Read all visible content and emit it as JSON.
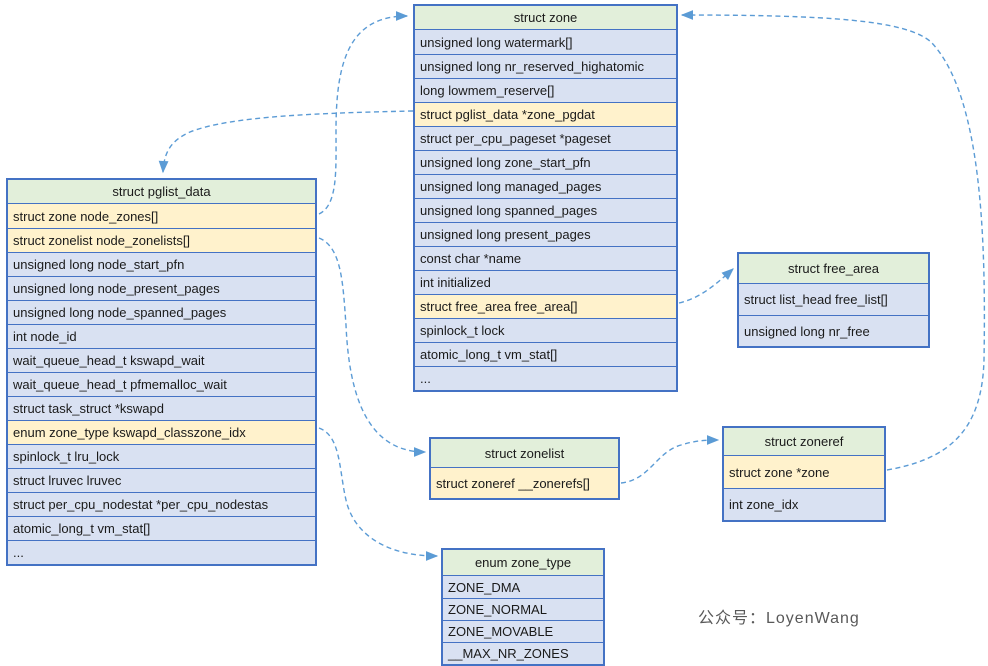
{
  "watermark": "公众号：LoyenWang",
  "colors": {
    "header_green": "#E2EFDA",
    "row_blue": "#D9E1F2",
    "row_yellow": "#FFF2CC",
    "border_blue": "#4472C4",
    "arrow_blue": "#5B9BD5",
    "text": "#1a1a1a",
    "watermark_gray": "#595959"
  },
  "tables": [
    {
      "id": "zone",
      "title": "struct zone",
      "rows": [
        {
          "text": "unsigned long watermark[]",
          "highlight": false
        },
        {
          "text": "unsigned long nr_reserved_highatomic",
          "highlight": false
        },
        {
          "text": "long lowmem_reserve[]",
          "highlight": false
        },
        {
          "text": "struct pglist_data *zone_pgdat",
          "highlight": true
        },
        {
          "text": "struct per_cpu_pageset *pageset",
          "highlight": false
        },
        {
          "text": "unsigned long zone_start_pfn",
          "highlight": false
        },
        {
          "text": "unsigned long managed_pages",
          "highlight": false
        },
        {
          "text": "unsigned long spanned_pages",
          "highlight": false
        },
        {
          "text": "unsigned long present_pages",
          "highlight": false
        },
        {
          "text": "const char *name",
          "highlight": false
        },
        {
          "text": "int initialized",
          "highlight": false
        },
        {
          "text": "struct free_area free_area[]",
          "highlight": true
        },
        {
          "text": "spinlock_t lock",
          "highlight": false
        },
        {
          "text": "atomic_long_t vm_stat[]",
          "highlight": false
        },
        {
          "text": "...",
          "highlight": false
        }
      ]
    },
    {
      "id": "pglist_data",
      "title": "struct pglist_data",
      "rows": [
        {
          "text": "struct zone node_zones[]",
          "highlight": true
        },
        {
          "text": "struct zonelist node_zonelists[]",
          "highlight": true
        },
        {
          "text": "unsigned long node_start_pfn",
          "highlight": false
        },
        {
          "text": "unsigned long node_present_pages",
          "highlight": false
        },
        {
          "text": "unsigned long node_spanned_pages",
          "highlight": false
        },
        {
          "text": "int node_id",
          "highlight": false
        },
        {
          "text": "wait_queue_head_t kswapd_wait",
          "highlight": false
        },
        {
          "text": "wait_queue_head_t pfmemalloc_wait",
          "highlight": false
        },
        {
          "text": "struct task_struct *kswapd",
          "highlight": false
        },
        {
          "text": "enum zone_type kswapd_classzone_idx",
          "highlight": true
        },
        {
          "text": "spinlock_t lru_lock",
          "highlight": false
        },
        {
          "text": "struct lruvec lruvec",
          "highlight": false
        },
        {
          "text": "struct per_cpu_nodestat *per_cpu_nodestas",
          "highlight": false
        },
        {
          "text": "atomic_long_t vm_stat[]",
          "highlight": false
        },
        {
          "text": "...",
          "highlight": false
        }
      ]
    },
    {
      "id": "free_area",
      "title": "struct free_area",
      "rows": [
        {
          "text": "struct list_head free_list[]",
          "highlight": false
        },
        {
          "text": "unsigned long nr_free",
          "highlight": false
        }
      ]
    },
    {
      "id": "zonelist",
      "title": "struct zonelist",
      "rows": [
        {
          "text": "struct zoneref __zonerefs[]",
          "highlight": true
        }
      ]
    },
    {
      "id": "zoneref",
      "title": "struct zoneref",
      "rows": [
        {
          "text": "struct zone *zone",
          "highlight": true
        },
        {
          "text": "int zone_idx",
          "highlight": false
        }
      ]
    },
    {
      "id": "zone_type",
      "title": "enum zone_type",
      "rows": [
        {
          "text": "ZONE_DMA",
          "highlight": false
        },
        {
          "text": "ZONE_NORMAL",
          "highlight": false
        },
        {
          "text": "ZONE_MOVABLE",
          "highlight": false
        },
        {
          "text": "__MAX_NR_ZONES",
          "highlight": false
        }
      ]
    }
  ],
  "connectors": [
    {
      "id": "node_zones-to-zone",
      "from": "struct pglist_data: struct zone node_zones[]",
      "to": "struct zone"
    },
    {
      "id": "zone_pgdat-to-pglist_data",
      "from": "struct zone: struct pglist_data *zone_pgdat",
      "to": "struct pglist_data"
    },
    {
      "id": "free_area-to-free_area_box",
      "from": "struct zone: struct free_area free_area[]",
      "to": "struct free_area"
    },
    {
      "id": "node_zonelists-to-zonelist",
      "from": "struct pglist_data: struct zonelist node_zonelists[]",
      "to": "struct zonelist"
    },
    {
      "id": "zonerefs-to-zoneref",
      "from": "struct zonelist: struct zoneref __zonerefs[]",
      "to": "struct zoneref"
    },
    {
      "id": "zoneref_zone-to-zone",
      "from": "struct zoneref: struct zone *zone",
      "to": "struct zone"
    },
    {
      "id": "classzone_idx-to-zone_type",
      "from": "struct pglist_data: enum zone_type kswapd_classzone_idx",
      "to": "enum zone_type"
    }
  ]
}
